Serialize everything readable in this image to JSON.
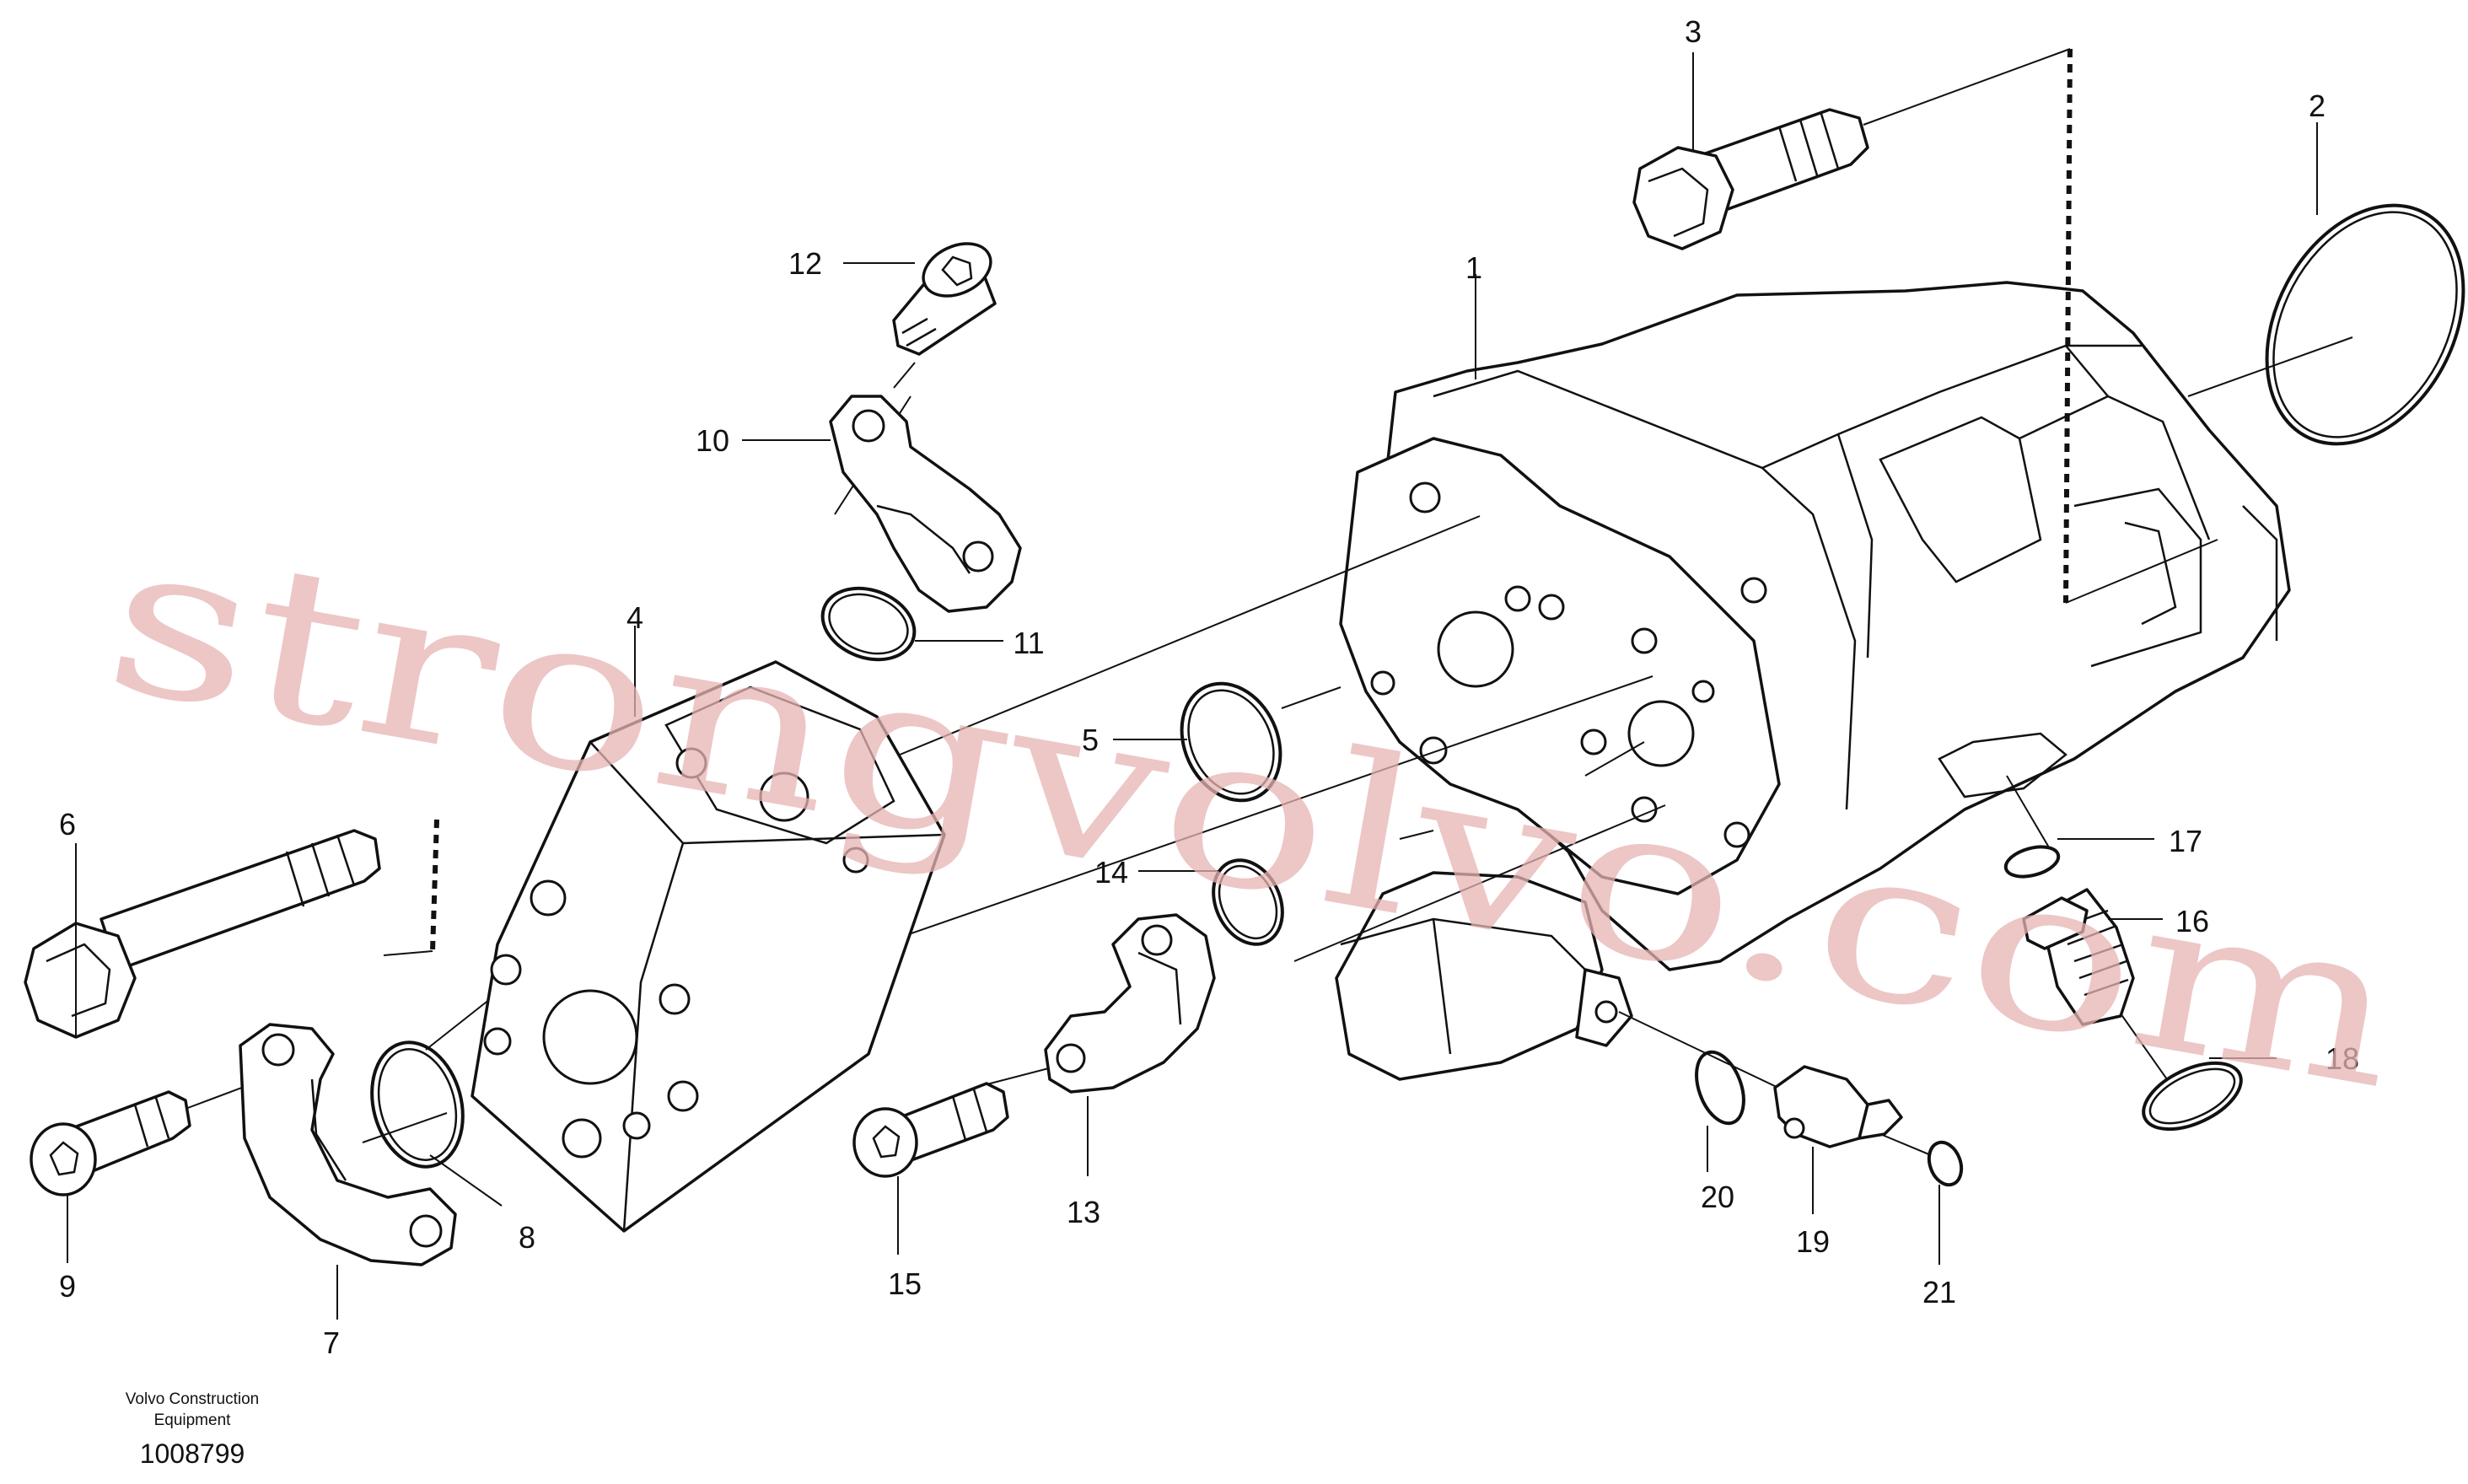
{
  "caption": {
    "line1": "Volvo Construction",
    "line2": "Equipment"
  },
  "document_number": "1008799",
  "watermark": "strongvolvo.com",
  "callouts": {
    "c1": "1",
    "c2": "2",
    "c3": "3",
    "c4": "4",
    "c5": "5",
    "c6": "6",
    "c7": "7",
    "c8": "8",
    "c9": "9",
    "c10": "10",
    "c11": "11",
    "c12": "12",
    "c13": "13",
    "c14": "14",
    "c15": "15",
    "c16": "16",
    "c17": "17",
    "c18": "18",
    "c19": "19",
    "c20": "20",
    "c21": "21"
  },
  "colors": {
    "line": "#111111",
    "watermark": "#e7b3b3",
    "background": "#ffffff"
  }
}
